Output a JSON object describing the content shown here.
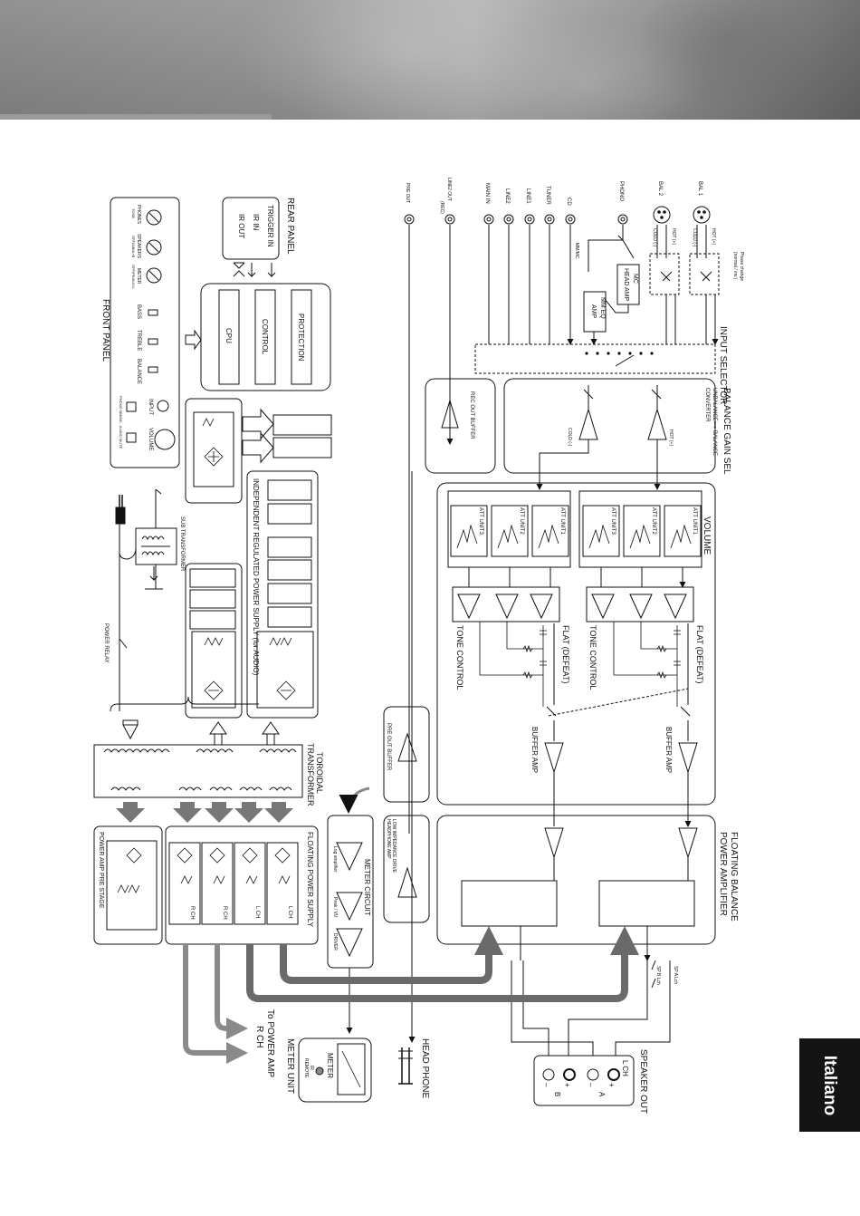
{
  "sections": {
    "front_panel": "FRONT PANEL",
    "rear_panel": "REAR PANEL",
    "input_selector": "INPUT SELECTOR",
    "balance_gain": "BALANCE GAIN SEL",
    "volume": "VOLUME",
    "floating_amp": [
      "FLOATING BALANCE",
      "POWER AMPLIFIER"
    ],
    "speaker_out": "SPEAKER OUT",
    "toroidal": [
      "TOROIDAL",
      "TRANSFORMER"
    ],
    "floating_supply": "FLOATING POWER SUPPLY",
    "power_amp_pre": "POWER AMP PRE STAGE",
    "independent_supply": "INDEPENDENT REGULATED POWER SUPPLY (for AUDIO)",
    "meter_circuit": "METER CIRCUIT",
    "head_phone": "HEAD PHONE",
    "meter_unit": "METER UNIT",
    "to_power_amp": [
      "To POWER AMP",
      "R CH"
    ],
    "sub_transformer": "SUB TRANSFORMER",
    "power_relay": "POWER RELAY",
    "lang_tab": "Italiano"
  },
  "inputs": {
    "bal1": "BAL 1",
    "bal2": "BAL 2",
    "phono": "PHONO",
    "cd": "CD",
    "tuner": "TUNER",
    "line1": "LINE1",
    "line2": "LINE2",
    "main_in": "MAIN IN",
    "line2_out": "LINE2 OUT",
    "rec": "(REC)",
    "pre_out": "PRE OUT",
    "hot": "HOT (+)",
    "cold": "COLD (-)",
    "phase_change": "Phase change",
    "phase_mode": "(normal / inv.)"
  },
  "phono_stage": {
    "mc_head_amp": [
      "MC",
      "HEAD AMP"
    ],
    "mm_eq_amp": [
      "MM EQ",
      "AMP"
    ],
    "mm_mc": "MM/MC"
  },
  "balance": {
    "converter": [
      "UNBALANCE⟺ BALANCE",
      "CONVERTER"
    ],
    "hot": "HOT (+)",
    "cold": "COLD (-)",
    "rec_out_buffer": "REC OUT BUFFER"
  },
  "att_units": [
    "ATT UNIT1",
    "ATT UNIT2",
    "ATT UNIT3"
  ],
  "tone": {
    "flat": "FLAT (DEFEAT)",
    "tone_control": "TONE CONTROL",
    "buffer_amp": "BUFFER AMP",
    "pre_out_buffer": "PRE OUT BUFFER"
  },
  "headphone_amp": [
    "LOW IMPEDANCE DRIVE",
    "HEADPHONE AMP"
  ],
  "meter": {
    "log": "Log amplifier",
    "peak": "Peak / VU",
    "driver": "DRIVER",
    "meter": "METER",
    "ir": "IR",
    "remote": "REMOTE"
  },
  "speaker": {
    "sp_a": "SP A  Lch",
    "sp_b": "SP B  Lch",
    "lch": "L CH",
    "a": "A",
    "b": "B",
    "plus": "+",
    "minus": "–"
  },
  "rear": {
    "protection": "PROTECTION",
    "control": "CONTROL",
    "cpu": "CPU",
    "trigger_in": "TRIGGER IN",
    "ir_in": "IR IN",
    "ir_out": "IR OUT"
  },
  "front": {
    "phones": "PHONES",
    "speakers": "SPEAKERS",
    "meter": "METER",
    "phones_sub": "TONE",
    "speakers_sub": "OFF/A/B/A+B",
    "meter_sub": "OFF/PEAK/VU",
    "bass": "BASS",
    "treble": "TREBLE",
    "balance": "BALANCE",
    "input": "INPUT",
    "volume": "VOLUME",
    "phono_sw": "PHONO MM/MC",
    "audio_mute": "AUDIO MUTE"
  },
  "supply_channels": [
    "L CH",
    "L CH",
    "R CH",
    "R CH"
  ]
}
